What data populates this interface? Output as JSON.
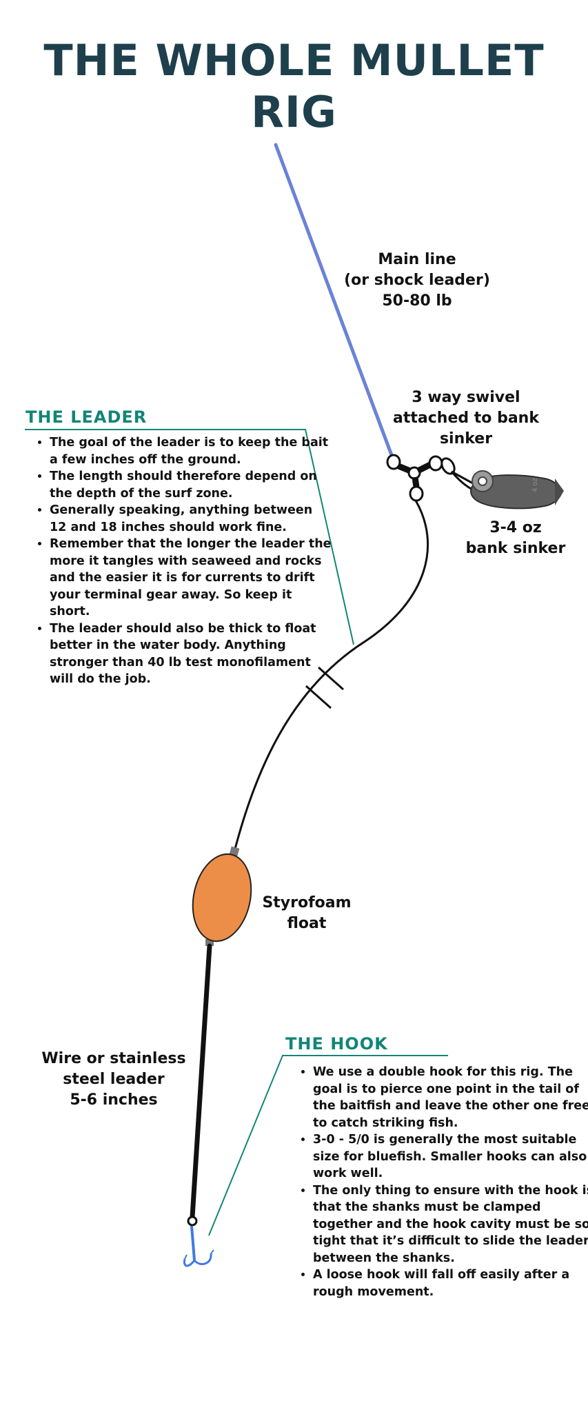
{
  "title": {
    "line1": "THE WHOLE MULLET",
    "line2": "RIG"
  },
  "labels": {
    "main_line": [
      "Main line",
      "(or shock leader)",
      "50-80 lb"
    ],
    "swivel": [
      "3 way swivel",
      "attached to bank",
      "sinker"
    ],
    "sinker": [
      "3-4 oz",
      "bank sinker"
    ],
    "float": [
      "Styrofoam",
      "float"
    ],
    "wire": [
      "Wire or stainless",
      "steel leader",
      "5-6 inches"
    ],
    "sinker_mark": "4 oz"
  },
  "leader_section": {
    "heading": "THE LEADER",
    "bullets": [
      "The goal of the leader is to keep the bait a few inches off the ground.",
      "The length should therefore depend on the depth of the surf zone.",
      "Generally speaking, anything between 12 and 18 inches should work fine.",
      "Remember that the longer the leader the more it tangles with seaweed and rocks and the easier it is for currents to drift your terminal gear away. So keep it short.",
      "The leader should also be thick to float better in the water body. Anything stronger than 40 lb test monofilament will do the job."
    ]
  },
  "hook_section": {
    "heading": "THE HOOK",
    "bullets": [
      "We use a double hook for this rig. The goal is to pierce one point in the tail of the baitfish and leave the other one free to catch striking fish.",
      "3-0 - 5/0 is generally the most suitable size for bluefish. Smaller hooks can also work well.",
      "The only thing to ensure with the hook is that the shanks must be clamped together and the hook cavity must be so tight that it’s difficult to slide the leader between the shanks.",
      "A loose hook will fall off easily after a rough movement."
    ]
  },
  "colors": {
    "title": "#1e3f4c",
    "accent_teal": "#128577",
    "main_line_blue": "#6b82d6",
    "float_orange": "#ec8e48",
    "hook_blue": "#3f7ae0",
    "sinker_gray": "#5f5f5f"
  },
  "icons": [
    "three-way-swivel-icon",
    "bank-sinker-icon",
    "styrofoam-float-icon",
    "double-hook-icon"
  ]
}
